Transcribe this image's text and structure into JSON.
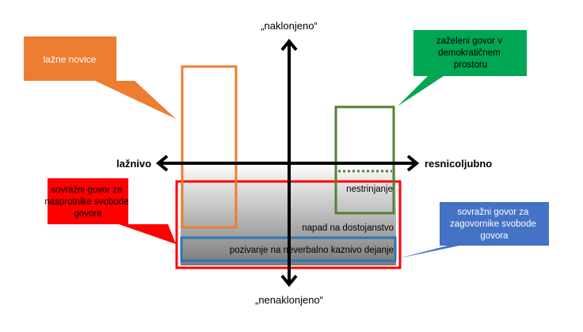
{
  "axes": {
    "top": "„naklonjeno“",
    "bottom": "„nenaklonjeno“",
    "left": "lažnivo",
    "right": "resnicoljubno"
  },
  "callouts": {
    "fake_news": "lažne novice",
    "desired_speech": [
      "zaželeni govor v",
      "demokratičnem",
      "prostoru"
    ],
    "hate_opponents": [
      "sovražni govor za",
      "nasprotnike svobode",
      "govora"
    ],
    "hate_advocates": [
      "sovražni govor za",
      "zagovornike svobode",
      "govora"
    ]
  },
  "regions": {
    "disagreement": "nestrinjanje",
    "dignity_attack": "napad na dostojanstvo",
    "incitement": "pozivanje na neverbalno kaznivo dejanje"
  },
  "colors": {
    "orange": "#ED7D31",
    "green": "#00A651",
    "dark_green": "#538135",
    "red": "#FF0000",
    "blue": "#4472C4",
    "dark_blue": "#2E75B6",
    "black": "#000000"
  }
}
